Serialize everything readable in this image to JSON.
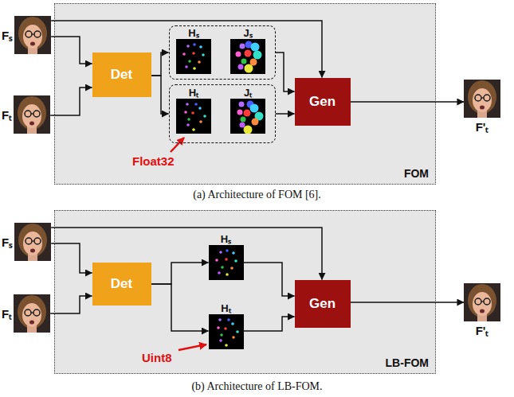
{
  "diagram": {
    "nodes": [
      {
        "text": [
          "FOM"
        ]
      },
      {
        "text": [
          "Fₛ"
        ]
      },
      {
        "text": [
          "Fₜ"
        ]
      },
      {
        "text": [
          "Det"
        ],
        "in": 0
      },
      {
        "text": [],
        "in": 0
      },
      {
        "text": [
          "Hₛ"
        ],
        "in": 4
      },
      {
        "text": [
          "Jₛ"
        ],
        "in": 4
      },
      {
        "text": [],
        "in": 0
      },
      {
        "text": [
          "Hₜ"
        ],
        "in": 7
      },
      {
        "text": [
          "Jₜ"
        ],
        "in": 7
      },
      {
        "text": [
          "Gen"
        ],
        "in": 0
      },
      {
        "text": [
          "F'ₜ"
        ]
      },
      {
        "text": [
          "LB-FOM"
        ]
      },
      {
        "text": [
          "Fₛ"
        ]
      },
      {
        "text": [
          "Fₜ"
        ]
      },
      {
        "text": [
          "Det"
        ],
        "in": 12
      },
      {
        "text": [
          "Hₛ"
        ],
        "in": 12
      },
      {
        "text": [
          "Hₜ"
        ],
        "in": 12
      },
      {
        "text": [
          "Gen"
        ],
        "in": 12
      },
      {
        "text": [
          "F'ₜ"
        ]
      }
    ],
    "edges": [
      {
        "from": 1,
        "to": 3,
        "arrow": "to"
      },
      {
        "from": 2,
        "to": 3,
        "arrow": "to"
      },
      {
        "from": 1,
        "to": 10,
        "arrow": "to"
      },
      {
        "from": 3,
        "to": 4,
        "arrow": "to"
      },
      {
        "from": 3,
        "to": 7,
        "arrow": "to"
      },
      {
        "from": 4,
        "to": 10,
        "arrow": "to"
      },
      {
        "from": 7,
        "to": 10,
        "arrow": "to"
      },
      {
        "from": 10,
        "to": 11,
        "arrow": "to"
      },
      {
        "from": 13,
        "to": 15,
        "arrow": "to"
      },
      {
        "from": 14,
        "to": 15,
        "arrow": "to"
      },
      {
        "from": 13,
        "to": 18,
        "arrow": "to"
      },
      {
        "from": 15,
        "to": 16,
        "arrow": "to"
      },
      {
        "from": 15,
        "to": 17,
        "arrow": "to"
      },
      {
        "from": 16,
        "to": 18,
        "arrow": "to"
      },
      {
        "from": 17,
        "to": 18,
        "arrow": "to"
      },
      {
        "from": 18,
        "to": 19,
        "arrow": "to"
      }
    ],
    "labels": [
      "Float32",
      "Uint8",
      "(a) Architecture of FOM [6].",
      "(b) Architecture of LB-FOM."
    ]
  }
}
